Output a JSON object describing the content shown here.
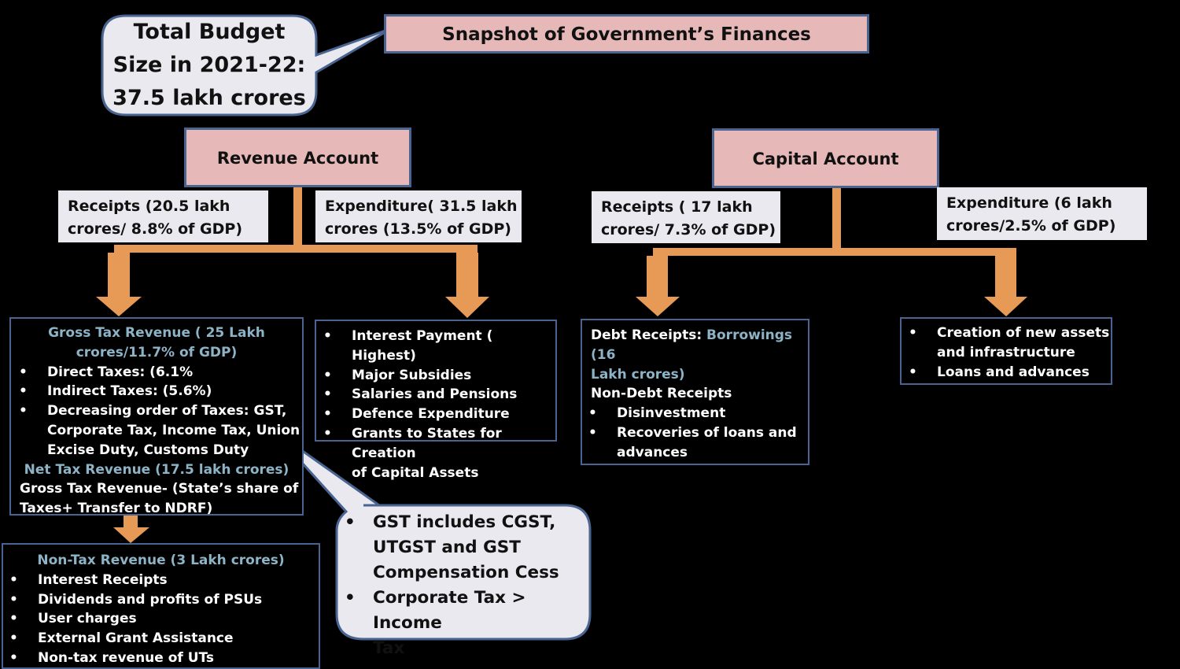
{
  "colors": {
    "background": "#000000",
    "header_fill": "#e6b9b8",
    "border": "#4a6491",
    "arrow": "#e79a55",
    "label_fill": "#e9e9ef",
    "highlight_text": "#8db3c7"
  },
  "title": "Snapshot of Government’s Finances",
  "budget_callout": {
    "line1": "Total Budget",
    "line2": "Size in 2021-22:",
    "line3": "37.5 lakh crores"
  },
  "revenue_account": {
    "title": "Revenue Account",
    "receipts": {
      "line1": "Receipts (20.5 lakh",
      "line2": "crores/ 8.8% of GDP)"
    },
    "expenditure": {
      "line1": "Expenditure( 31.5 lakh",
      "line2": "crores (13.5% of GDP)"
    },
    "gross_tax": {
      "heading1": "Gross Tax Revenue ( 25 Lakh",
      "heading2": "crores/11.7% of GDP)",
      "items": [
        "Direct Taxes: (6.1%",
        "Indirect Taxes: (5.6%)"
      ],
      "decreasing_line1": "Decreasing order of Taxes:  GST,",
      "decreasing_line2": "Corporate Tax, Income Tax, Union",
      "decreasing_line3": "Excise Duty, Customs Duty",
      "net_heading": "Net Tax Revenue (17.5 lakh crores)",
      "net_line1": "Gross Tax Revenue- (State’s share of",
      "net_line2": "Taxes+ Transfer to NDRF)"
    },
    "non_tax": {
      "heading": "Non-Tax Revenue (3 Lakh crores)",
      "items": [
        "Interest Receipts",
        "Dividends and profits of PSUs",
        "User charges",
        "External Grant Assistance",
        "Non-tax revenue of UTs"
      ]
    },
    "expenditure_items": {
      "items": [
        "Interest Payment ( Highest)",
        "Major Subsidies",
        "Salaries and Pensions",
        "Defence Expenditure"
      ],
      "grants_line1": "Grants to States for Creation",
      "grants_line2": "of Capital Assets"
    }
  },
  "capital_account": {
    "title": "Capital Account",
    "receipts": {
      "line1": "Receipts ( 17 lakh",
      "line2": "crores/ 7.3% of GDP)"
    },
    "expenditure": {
      "line1": "Expenditure (6 lakh",
      "line2": "crores/2.5% of GDP)"
    },
    "debt": {
      "label": "Debt Receipts:",
      "borrow1": "Borrowings (16",
      "borrow2": "Lakh crores)",
      "non_debt": "Non-Debt Receipts",
      "item1": "Disinvestment",
      "item2_line1": "Recoveries of loans and",
      "item2_line2": "advances"
    },
    "spend": {
      "item1_line1": "Creation of new assets",
      "item1_line2": "and infrastructure",
      "item2": "Loans and advances"
    }
  },
  "gst_callout": {
    "item1_line1": "GST includes CGST,",
    "item1_line2": "UTGST and GST",
    "item1_line3": "Compensation Cess",
    "item2_line1": "Corporate Tax > Income",
    "item2_line2": "Tax"
  }
}
